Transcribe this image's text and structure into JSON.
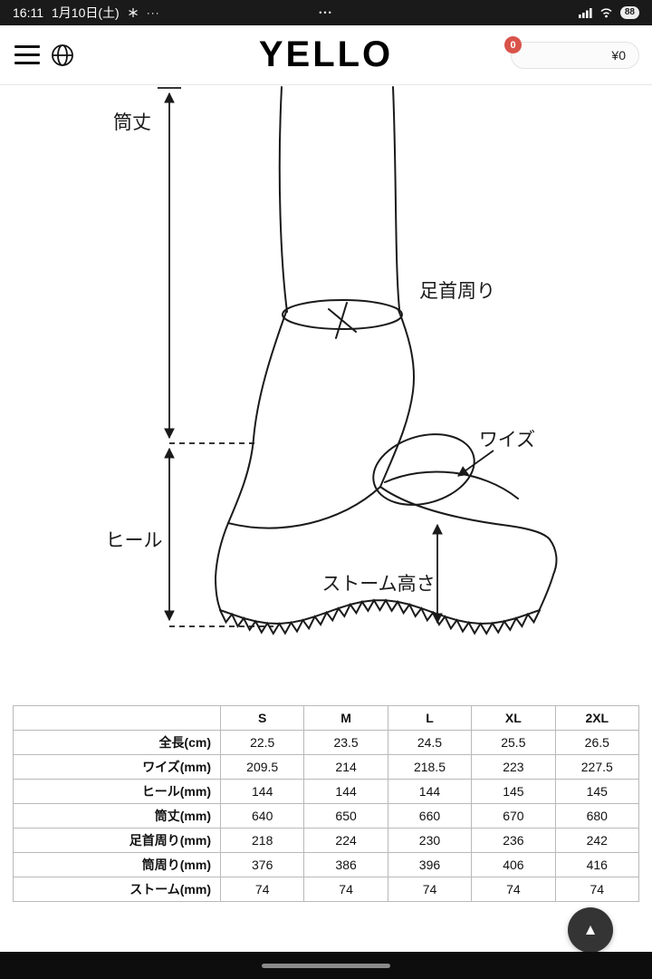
{
  "status_bar": {
    "time": "16:11",
    "date": "1月10日(土)",
    "overflow_dots": "···",
    "center_dots": "•••",
    "battery_percent": "88"
  },
  "header": {
    "logo": "YELLO",
    "cart_count": "0",
    "cart_amount": "¥0"
  },
  "diagram": {
    "labels": {
      "shaft_height": "筒丈",
      "ankle_circumference": "足首周り",
      "width": "ワイズ",
      "heel": "ヒール",
      "storm_height": "ストーム高さ"
    }
  },
  "size_table": {
    "columns": [
      "S",
      "M",
      "L",
      "XL",
      "2XL"
    ],
    "rows": [
      {
        "label": "全長(cm)",
        "values": [
          "22.5",
          "23.5",
          "24.5",
          "25.5",
          "26.5"
        ]
      },
      {
        "label": "ワイズ(mm)",
        "values": [
          "209.5",
          "214",
          "218.5",
          "223",
          "227.5"
        ]
      },
      {
        "label": "ヒール(mm)",
        "values": [
          "144",
          "144",
          "144",
          "145",
          "145"
        ]
      },
      {
        "label": "筒丈(mm)",
        "values": [
          "640",
          "650",
          "660",
          "670",
          "680"
        ]
      },
      {
        "label": "足首周り(mm)",
        "values": [
          "218",
          "224",
          "230",
          "236",
          "242"
        ]
      },
      {
        "label": "筒周り(mm)",
        "values": [
          "376",
          "386",
          "396",
          "406",
          "416"
        ]
      },
      {
        "label": "ストーム(mm)",
        "values": [
          "74",
          "74",
          "74",
          "74",
          "74"
        ]
      }
    ]
  },
  "scroll_top": {
    "icon": "▲"
  },
  "colors": {
    "badge": "#d9534a",
    "button_dark": "#343434"
  }
}
